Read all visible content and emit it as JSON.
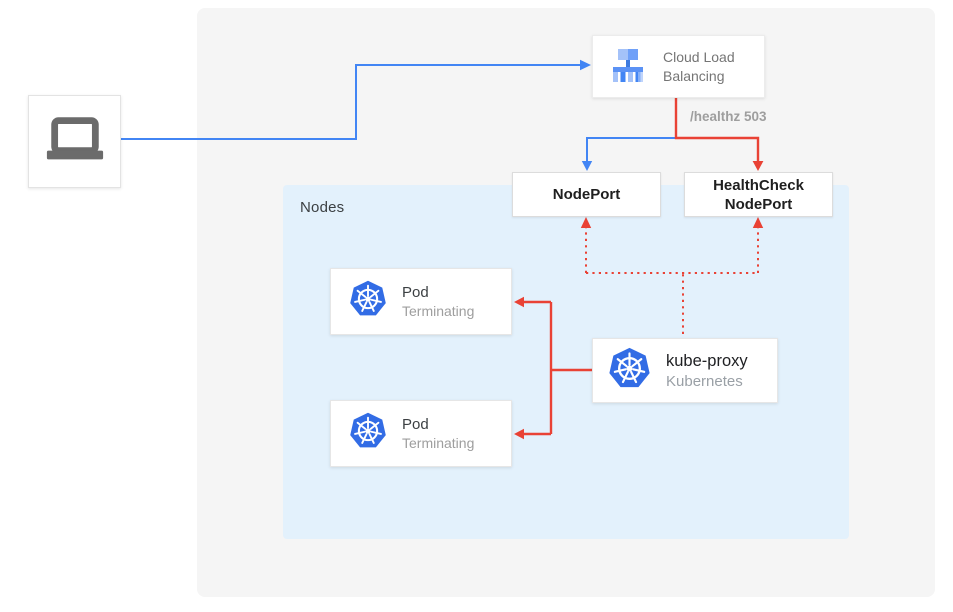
{
  "diagram": {
    "client": {
      "icon": "laptop-icon"
    },
    "cloud_load_balancing": {
      "title": "Cloud Load Balancing",
      "icon": "load-balancer-icon"
    },
    "healthz_label": "/healthz 503",
    "nodeport": {
      "label": "NodePort"
    },
    "healthcheck_nodeport": {
      "label_line1": "HealthCheck",
      "label_line2": "NodePort"
    },
    "nodes_group": {
      "label": "Nodes"
    },
    "pods": [
      {
        "title": "Pod",
        "subtitle": "Terminating",
        "icon": "kubernetes-icon"
      },
      {
        "title": "Pod",
        "subtitle": "Terminating",
        "icon": "kubernetes-icon"
      }
    ],
    "kube_proxy": {
      "title": "kube-proxy",
      "subtitle": "Kubernetes",
      "icon": "kubernetes-icon"
    },
    "colors": {
      "blue_flow": "#4285f4",
      "red_flow": "#e94235",
      "kubernetes_blue": "#326ce5",
      "nodes_panel_bg": "#e3f1fc",
      "outer_panel_bg": "#f5f5f5",
      "muted_text": "#9e9e9e",
      "dark_text": "#202124"
    }
  }
}
